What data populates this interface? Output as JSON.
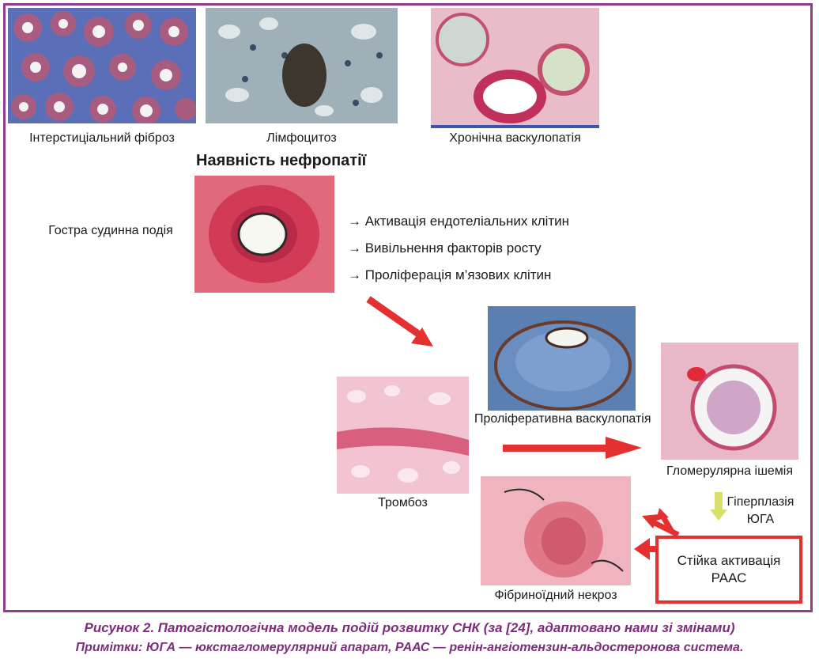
{
  "figure": {
    "heading": "Наявність нефропатії",
    "images": {
      "interstitial_fibrosis": "Інтерстиціальний фіброз",
      "lymphocytosis": "Лімфоцитоз",
      "chronic_vasculopathy": "Хронічна васкулопатія",
      "acute_event": "Гостра судинна подія",
      "proliferative_vasculopathy": "Проліферативна васкулопатія",
      "thrombosis": "Тромбоз",
      "glomerular_ischemia": "Гломерулярна ішемія",
      "fibrinoid_necrosis": "Фібриноїдний некроз"
    },
    "steps": [
      "→ Активація ендотеліальних клітин",
      "→ Вивільнення факторів росту",
      "→ Проліферація м’язових клітин"
    ],
    "hyperplasia_line1": "Гіперплазія",
    "hyperplasia_line2": "ЮГА",
    "raas_line1": "Стійка активація",
    "raas_line2": "РААС"
  },
  "caption": {
    "title": "Рисунок 2. Патогістологічна модель подій розвитку СНК (за [24], адаптовано нами зі змінами)",
    "note": "Примітки: ЮГА — юкстагломерулярний апарат, РААС — ренін-ангіотензин-альдостеронова система."
  },
  "colors": {
    "frame": "#8e3e8e",
    "arrow": "#e53030",
    "caption": "#7b2d7b",
    "hyperplasia_arrow": "#d9de6a"
  }
}
